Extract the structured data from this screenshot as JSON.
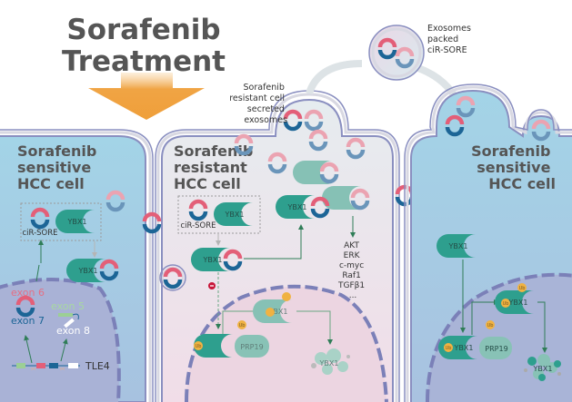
{
  "title": {
    "line1": "Sorafenib",
    "line2": "Treatment"
  },
  "annotations": {
    "secreted": [
      "Sorafenib",
      "resistant cell",
      "secreted",
      "exosomes"
    ],
    "packed": [
      "Exosomes",
      "packed",
      "ciR-SORE"
    ]
  },
  "left_cell": {
    "title": [
      "Sorafenib",
      "sensitive",
      "HCC cell"
    ],
    "box_label": "ciR-SORE",
    "protein": "YBX1",
    "complex_protein": "YBX1",
    "exon6": "exon 6",
    "exon7": "exon 7",
    "exon5": "exon 5",
    "exon8": "exon 8",
    "gene": "TLE4"
  },
  "middle_cell": {
    "title": [
      "Sorafenib",
      "resistant",
      "HCC cell"
    ],
    "box_label": "ciR-SORE",
    "protein": "YBX1",
    "complex_protein": "YBX1",
    "bound_protein": "YBX1",
    "targets": [
      "AKT",
      "ERK",
      "c-myc",
      "Raf1",
      "TGFβ1",
      "..."
    ],
    "ub_label": "Ub",
    "nuc_ybx1": "YBX1",
    "prp19": "PRP19",
    "degraded": "YBX1"
  },
  "right_cell": {
    "title": [
      "Sorafenib",
      "sensitive",
      "HCC cell"
    ],
    "protein": "YBX1",
    "ub_label": "Ub",
    "nuc_ybx1": "YBX1",
    "prp19": "PRP19",
    "degraded": "YBX1"
  },
  "colors": {
    "sensitive_cell": "#a5d3e6",
    "resistant_cell": "#ece6ec",
    "membrane": "#8a8fc0",
    "nucleus_left": "#a9b2d6",
    "nucleus_mid": "#ecd5e1",
    "nucleus_right": "#a9b4d7",
    "protein": "#2e9f8e",
    "protein_light": "#88c2b6",
    "circ_red": "#e35f78",
    "circ_blue": "#1c6596",
    "arrow_orange": "#f0a444",
    "ub": "#f0b242",
    "text": "#444444"
  }
}
